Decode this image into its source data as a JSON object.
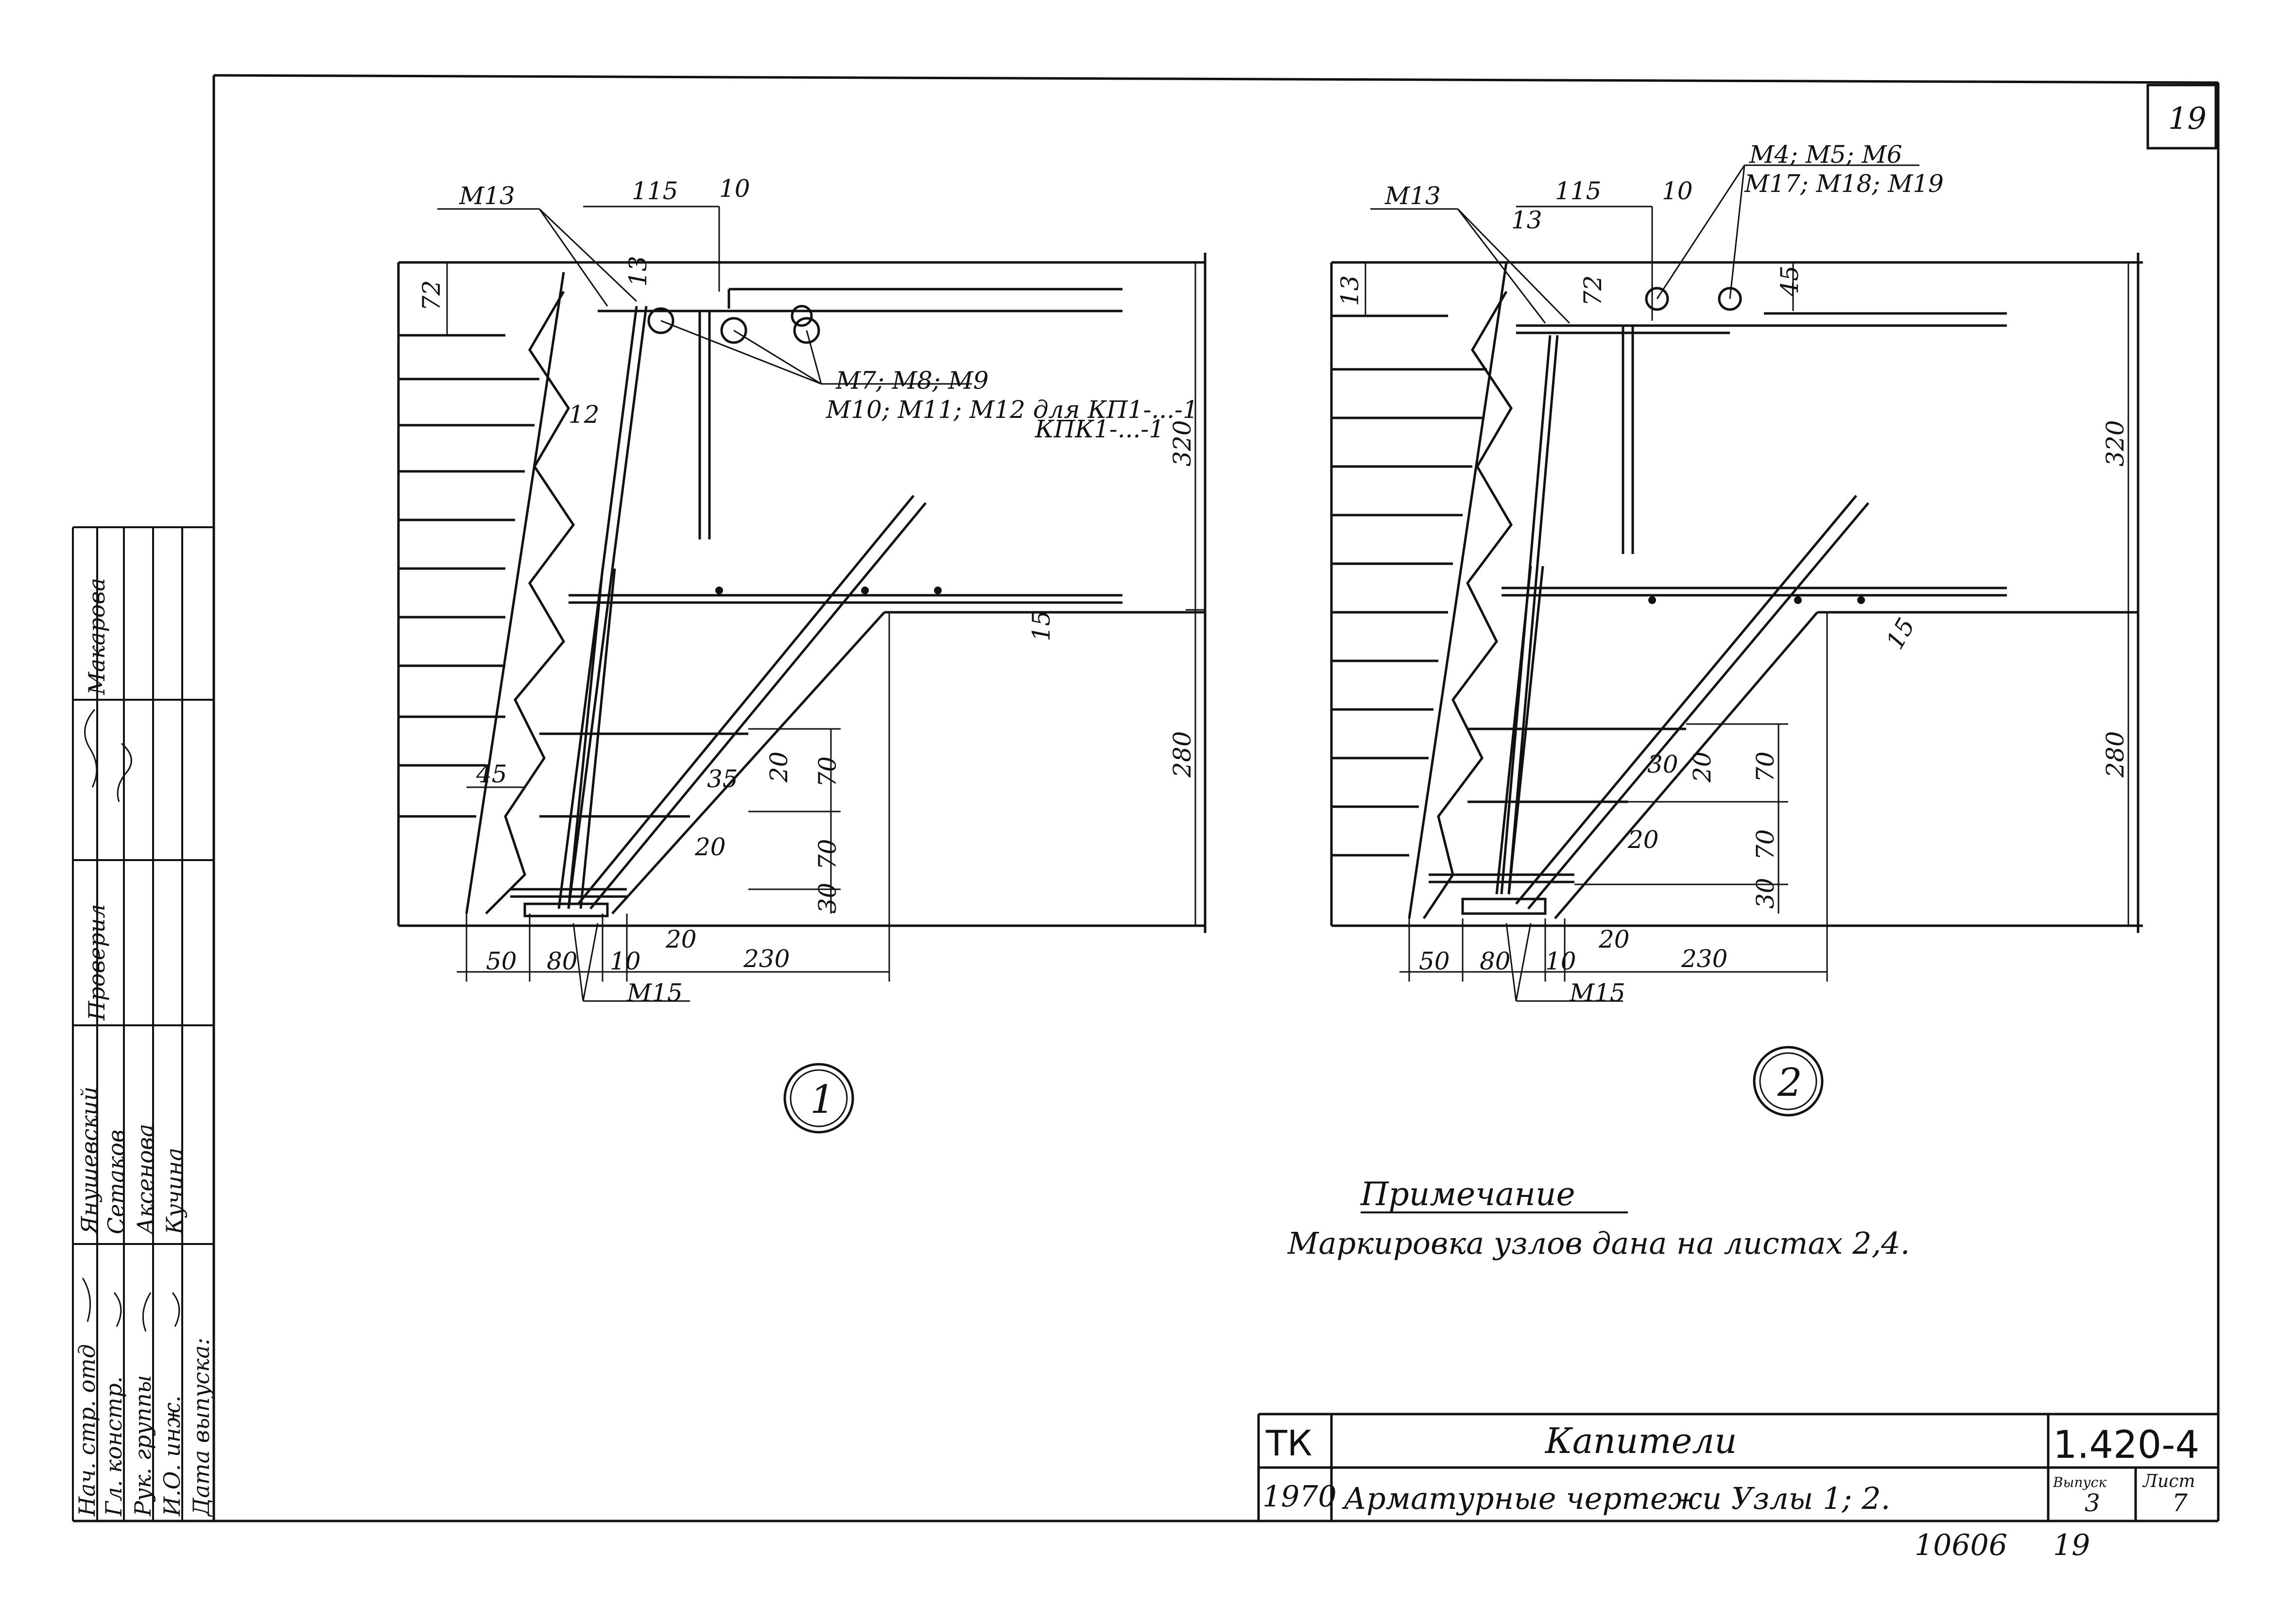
{
  "page_number": "19",
  "node1": {
    "top_mark": "М13",
    "dim_115": "115",
    "dim_10": "10",
    "dim_72": "72",
    "dim_13": "13",
    "dim_12": "12",
    "rebar_label_1": "М7; М8; М9",
    "rebar_label_2": "М10; М11; М12 для КП1-...-1",
    "rebar_label_3": "КПК1-...-1",
    "dim_320": "320",
    "dim_280": "280",
    "dim_15": "15",
    "dim_45": "45",
    "dim_35": "35",
    "dim_20a": "20",
    "dim_20b": "20",
    "dim_70a": "70",
    "dim_70b": "70",
    "dim_30": "30",
    "dim_20c": "20",
    "bottom_dims": [
      "50",
      "80",
      "10",
      "230"
    ],
    "bottom_mark": "М15",
    "node_number": "1"
  },
  "node2": {
    "top_mark": "М13",
    "rebar_label_1": "М4; М5; М6",
    "rebar_label_2": "М17; М18; М19",
    "dim_115": "115",
    "dim_10": "10",
    "dim_13a": "13",
    "dim_13b": "13",
    "dim_72": "72",
    "dim_45": "45",
    "dim_320": "320",
    "dim_280": "280",
    "dim_15": "15",
    "dim_30": "30",
    "dim_20a": "20",
    "dim_20b": "20",
    "dim_70a": "70",
    "dim_70b": "70",
    "dim_30b": "30",
    "dim_20c": "20",
    "bottom_dims": [
      "50",
      "80",
      "10",
      "230"
    ],
    "bottom_mark": "М15",
    "node_number": "2"
  },
  "note": {
    "title": "Примечание",
    "text": "Маркировка узлов дана на листах 2,4."
  },
  "signatures": {
    "positions": [
      "Нач. стр. отд",
      "Гл. констр.",
      "Рук. группы",
      "И.О. инж."
    ],
    "names": [
      "Янушевский",
      "Сетаков",
      "Аксенова",
      "Кучина"
    ],
    "col_headers": [
      "Проверил",
      "Макарова"
    ],
    "release_date_label": "Дата выпуска:"
  },
  "title_block": {
    "org": "ТК",
    "year": "1970",
    "title": "Капители",
    "subtitle": "Арматурные чертежи Узлы 1; 2.",
    "series": "1.420-4",
    "issue_label": "Выпуск",
    "issue_value": "3",
    "sheet_label": "Лист",
    "sheet_value": "7",
    "inventory_number": "10606",
    "bottom_page": "19"
  }
}
